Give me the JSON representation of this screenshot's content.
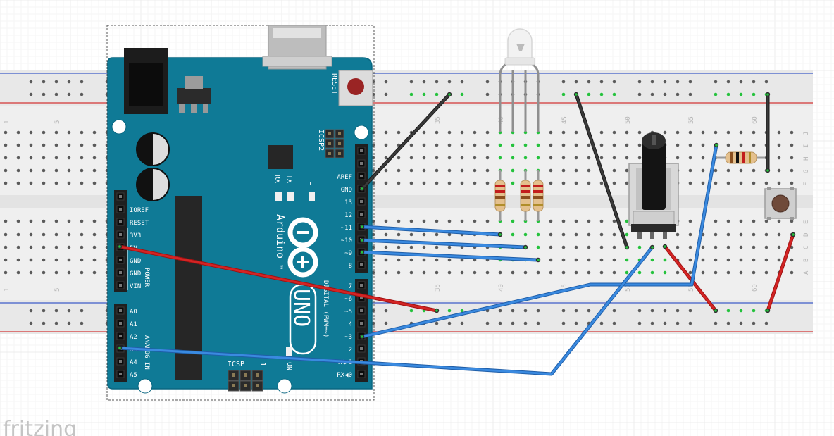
{
  "watermark": "fritzing",
  "arduino": {
    "model": "UNO",
    "brand": "Arduino",
    "trademark": "™",
    "reset_label": "RESET",
    "icsp2_label": "ICSP2",
    "icsp_label": "ICSP",
    "tx_label": "TX",
    "rx_label": "RX",
    "l_label": "L",
    "on_label": "ON",
    "power_label": "POWER",
    "analog_label": "ANALOG IN",
    "digital_label": "DIGITAL (PWM=~)",
    "one_label": "1",
    "power_pins": [
      "IOREF",
      "RESET",
      "3V3",
      "5V",
      "GND",
      "GND",
      "VIN"
    ],
    "analog_pins": [
      "A0",
      "A1",
      "A2",
      "A3",
      "A4",
      "A5"
    ],
    "digital_top": [
      "AREF",
      "GND",
      "13",
      "12",
      "~11",
      "~10",
      "~9",
      "8"
    ],
    "digital_bottom": [
      "7",
      "~6",
      "~5",
      "4",
      "~3",
      "2",
      "TX▶1",
      "RX◀0"
    ]
  },
  "breadboard": {
    "column_labels_top": [
      "1",
      "5",
      "35",
      "40",
      "45",
      "50",
      "55",
      "60"
    ],
    "column_labels_bottom": [
      "1",
      "5",
      "35",
      "40",
      "45",
      "50",
      "55",
      "60"
    ],
    "row_letters_top": [
      "J",
      "I",
      "H",
      "G",
      "F"
    ],
    "row_letters_bottom": [
      "E",
      "D",
      "C",
      "B",
      "A"
    ]
  },
  "colors": {
    "board_blue": "#0f7a96",
    "board_edge": "#0a6680",
    "breadboard": "#efefef",
    "rail_red": "#d33535",
    "rail_blue": "#3d5cc7",
    "wire_red": "#cc1f1f",
    "wire_black": "#2a2a2a",
    "wire_blue": "#2f7ad6",
    "green_hole": "#25c23d"
  }
}
